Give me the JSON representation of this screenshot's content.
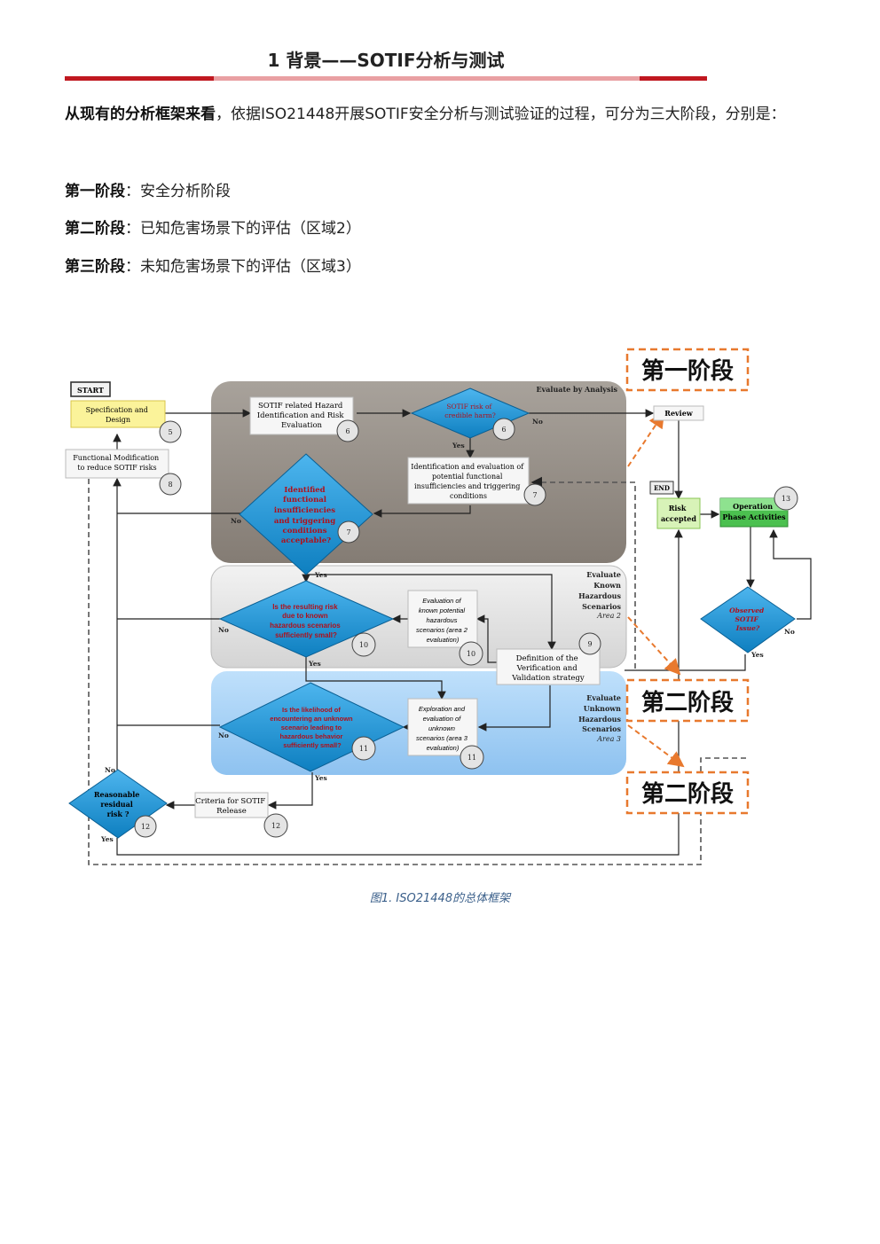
{
  "heading": {
    "number": "1",
    "text": "背景——SOTIF分析与测试"
  },
  "intro": {
    "bold": "从现有的分析框架来看",
    "rest": "，依据ISO21448开展SOTIF安全分析与测试验证的过程，可分为三大阶段，分别是："
  },
  "stages": [
    {
      "label": "第一阶段",
      "sep": "：",
      "text": "安全分析阶段"
    },
    {
      "label": "第二阶段",
      "sep": "：",
      "text": "已知危害场景下的评估（区域2）"
    },
    {
      "label": "第三阶段",
      "sep": "：",
      "text": "未知危害场景下的评估（区域3）"
    }
  ],
  "figure": {
    "start": "START",
    "end": "END",
    "spec_design": [
      "Specification and",
      "Design"
    ],
    "functional_mod": [
      "Functional Modification",
      "to reduce SOTIF risks"
    ],
    "hazard_id": [
      "SOTIF related Hazard",
      "Identification and Risk",
      "Evaluation"
    ],
    "credible_harm": [
      "SOTIF risk of",
      "credible harm?"
    ],
    "identification": [
      "Identification and evaluation of",
      "potential functional",
      "insufficiencies and triggering",
      "conditions"
    ],
    "identified_accept": [
      "Identified",
      "functional",
      "insufficiencies",
      "and triggering",
      "conditions",
      "acceptable?"
    ],
    "resulting_risk": [
      "Is the resulting risk",
      "due to known",
      "hazardous scenarios",
      "sufficiently small?"
    ],
    "eval_known": [
      "Evaluation of",
      "known potential",
      "hazardous",
      "scenarios (area 2",
      "evaluation)"
    ],
    "definition": [
      "Definition of the",
      "Verification and",
      "Validation strategy"
    ],
    "likelihood": [
      "Is the likelihood of",
      "encountering an unknown",
      "scenario leading to",
      "hazardous behavior",
      "sufficiently small?"
    ],
    "exploration": [
      "Exploration and",
      "evaluation of",
      "unknown",
      "scenarios (area 3",
      "evaluation)"
    ],
    "criteria": [
      "Criteria for SOTIF",
      "Release"
    ],
    "reasonable": [
      "Reasonable",
      "residual",
      "risk ?"
    ],
    "review": "Review",
    "risk_accepted": [
      "Risk",
      "accepted"
    ],
    "operation": [
      "Operation",
      "Phase Activities"
    ],
    "observed": [
      "Observed",
      "SOTIF",
      "Issue?"
    ],
    "area1_label": "Evaluate by Analysis",
    "area2_label": [
      "Evaluate",
      "Known",
      "Hazardous",
      "Scenarios",
      "Area 2"
    ],
    "area3_label": [
      "Evaluate",
      "Unknown",
      "Hazardous",
      "Scenarios",
      "Area 3"
    ],
    "yes": "Yes",
    "no": "No",
    "num": {
      "n5": "5",
      "n6a": "6",
      "n6b": "6",
      "n7a": "7",
      "n7b": "7",
      "n8": "8",
      "n9": "9",
      "n10a": "10",
      "n10b": "10",
      "n11a": "11",
      "n11b": "11",
      "n12a": "12",
      "n12b": "12",
      "n13": "13"
    },
    "callout1": "第一阶段",
    "callout2": "第二阶段",
    "callout3": "第二阶段"
  },
  "caption": "图1. ISO21448的总体框架",
  "colors": {
    "accent_red": "#c01820",
    "callout_orange": "#e8792e",
    "diamond_blue": "#1e9ad6",
    "area1": "#8f8880",
    "area2": "#e3e3e3",
    "area3": "#9ccbf4"
  }
}
